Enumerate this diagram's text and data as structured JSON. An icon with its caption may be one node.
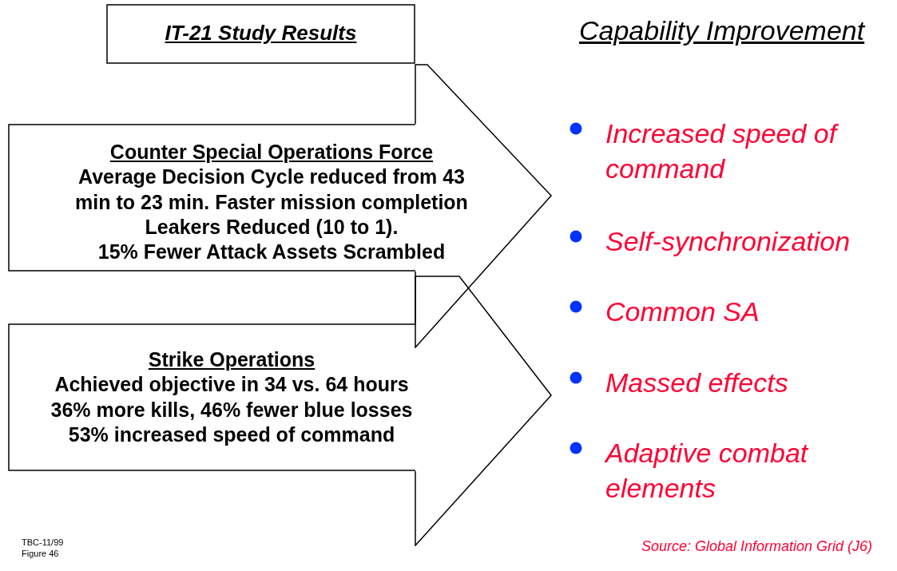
{
  "diagram": {
    "nodes": [
      {
        "text": [
          "IT-21 Study Results"
        ]
      },
      {
        "text": [
          "Counter Special Operations Force",
          "Average Decision Cycle reduced from 43 min to 23 min. Faster mission completion",
          "Leakers Reduced (10 to 1).",
          "15% Fewer Attack Assets Scrambled"
        ]
      },
      {
        "text": [
          "Strike Operations",
          "Achieved objective in 34 vs. 64 hours",
          "36% more kills, 46% fewer blue losses",
          "53% increased speed of command"
        ]
      }
    ],
    "labels": [
      "Capability Improvement",
      "Increased speed of command",
      "Self-synchronization",
      "Common SA",
      "Massed effects",
      "Adaptive combat elements",
      "TBC-11/99",
      "Figure 46",
      "Source: Global Information Grid (J6)"
    ]
  }
}
